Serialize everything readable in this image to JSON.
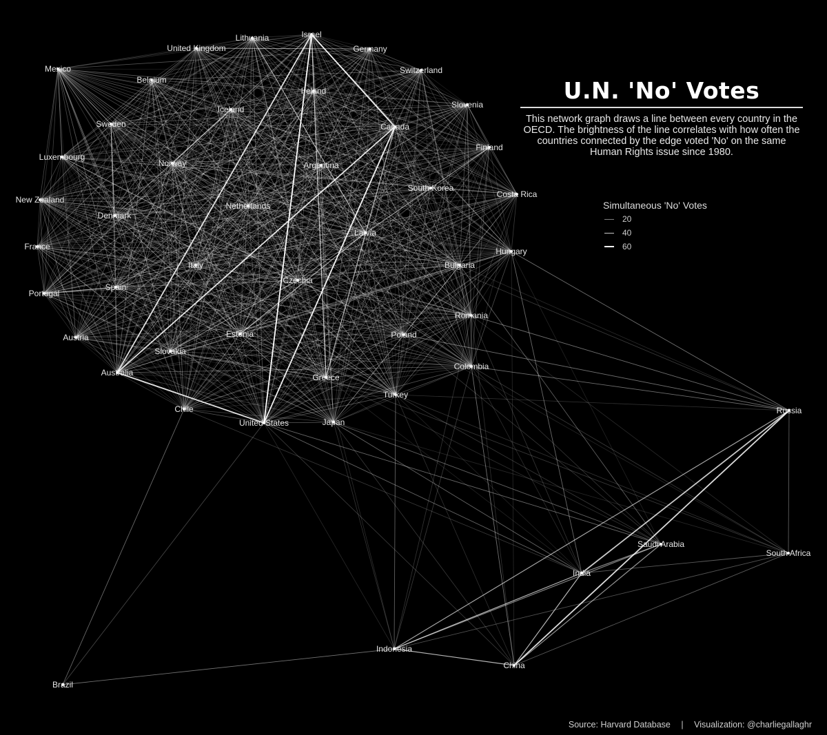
{
  "title": "U.N. 'No' Votes",
  "description": "This network graph draws a line between every country in the OECD. The brightness of the line correlates with how often the countries connected by the edge voted 'No' on the same Human Rights issue since 1980.",
  "legend": {
    "title": "Simultaneous 'No' Votes",
    "items": [
      {
        "label": "20",
        "value": 20
      },
      {
        "label": "40",
        "value": 40
      },
      {
        "label": "60",
        "value": 60
      }
    ]
  },
  "footer": {
    "source": "Source: Harvard Database",
    "separator": "|",
    "credit": "Visualization: @charliegallaghr"
  },
  "colors": {
    "background": "#000000",
    "edge": "#ffffff",
    "text": "#e6e6e6"
  },
  "nodes": [
    "Israel",
    "Lithuania",
    "United Kingdom",
    "Germany",
    "Mexico",
    "Switzerland",
    "Belgium",
    "Ireland",
    "Slovenia",
    "Iceland",
    "Sweden",
    "Canada",
    "Finland",
    "Luxembourg",
    "Norway",
    "Argentina",
    "South Korea",
    "Costa Rica",
    "New Zealand",
    "Netherlands",
    "Denmark",
    "Latvia",
    "France",
    "Hungary",
    "Italy",
    "Bulgaria",
    "Czechia",
    "Portugal",
    "Spain",
    "Romania",
    "Estonia",
    "Poland",
    "Austria",
    "Slovakia",
    "Colombia",
    "Australia",
    "Greece",
    "Turkey",
    "Chile",
    "United States",
    "Japan",
    "Russia",
    "Saudi Arabia",
    "South Africa",
    "India",
    "Indonesia",
    "China",
    "Brazil"
  ],
  "strong_edges": [
    {
      "source": "Israel",
      "target": "United States",
      "weight": 60
    },
    {
      "source": "Israel",
      "target": "Australia",
      "weight": 50
    },
    {
      "source": "Israel",
      "target": "Canada",
      "weight": 55
    },
    {
      "source": "Canada",
      "target": "United States",
      "weight": 55
    },
    {
      "source": "Canada",
      "target": "Australia",
      "weight": 50
    },
    {
      "source": "Australia",
      "target": "United States",
      "weight": 50
    },
    {
      "source": "Israel",
      "target": "Greece",
      "weight": 35
    },
    {
      "source": "Canada",
      "target": "Greece",
      "weight": 30
    },
    {
      "source": "Russia",
      "target": "China",
      "weight": 50
    },
    {
      "source": "Russia",
      "target": "India",
      "weight": 45
    },
    {
      "source": "Russia",
      "target": "Indonesia",
      "weight": 35
    },
    {
      "source": "China",
      "target": "Indonesia",
      "weight": 40
    },
    {
      "source": "China",
      "target": "India",
      "weight": 40
    },
    {
      "source": "India",
      "target": "Indonesia",
      "weight": 40
    },
    {
      "source": "Saudi Arabia",
      "target": "China",
      "weight": 30
    },
    {
      "source": "Saudi Arabia",
      "target": "Indonesia",
      "weight": 25
    },
    {
      "source": "Saudi Arabia",
      "target": "India",
      "weight": 25
    },
    {
      "source": "South Africa",
      "target": "India",
      "weight": 15
    },
    {
      "source": "South Africa",
      "target": "China",
      "weight": 15
    },
    {
      "source": "South Africa",
      "target": "Russia",
      "weight": 15
    },
    {
      "source": "South Africa",
      "target": "Indonesia",
      "weight": 12
    },
    {
      "source": "Brazil",
      "target": "Indonesia",
      "weight": 10
    },
    {
      "source": "Brazil",
      "target": "Chile",
      "weight": 10
    },
    {
      "source": "Brazil",
      "target": "United States",
      "weight": 8
    },
    {
      "source": "Hungary",
      "target": "Russia",
      "weight": 10
    },
    {
      "source": "Poland",
      "target": "Russia",
      "weight": 10
    },
    {
      "source": "Romania",
      "target": "Russia",
      "weight": 10
    },
    {
      "source": "Colombia",
      "target": "Russia",
      "weight": 10
    },
    {
      "source": "Colombia",
      "target": "China",
      "weight": 10
    },
    {
      "source": "Turkey",
      "target": "Indonesia",
      "weight": 10
    },
    {
      "source": "Japan",
      "target": "Saudi Arabia",
      "weight": 10
    },
    {
      "source": "Japan",
      "target": "India",
      "weight": 10
    },
    {
      "source": "United States",
      "target": "India",
      "weight": 10
    },
    {
      "source": "United States",
      "target": "Saudi Arabia",
      "weight": 10
    },
    {
      "source": "Hungary",
      "target": "India",
      "weight": 10
    },
    {
      "source": "Bulgaria",
      "target": "Saudi Arabia",
      "weight": 8
    },
    {
      "source": "Mexico",
      "target": "Sweden",
      "weight": 20
    },
    {
      "source": "Mexico",
      "target": "Luxembourg",
      "weight": 18
    },
    {
      "source": "Lithuania",
      "target": "Latvia",
      "weight": 28
    },
    {
      "source": "Estonia",
      "target": "Latvia",
      "weight": 25
    },
    {
      "source": "Spain",
      "target": "Portugal",
      "weight": 25
    },
    {
      "source": "Denmark",
      "target": "Sweden",
      "weight": 25
    },
    {
      "source": "Norway",
      "target": "Iceland",
      "weight": 25
    },
    {
      "source": "Slovakia",
      "target": "Czechia",
      "weight": 22
    },
    {
      "source": "United Kingdom",
      "target": "Germany",
      "weight": 22
    }
  ]
}
